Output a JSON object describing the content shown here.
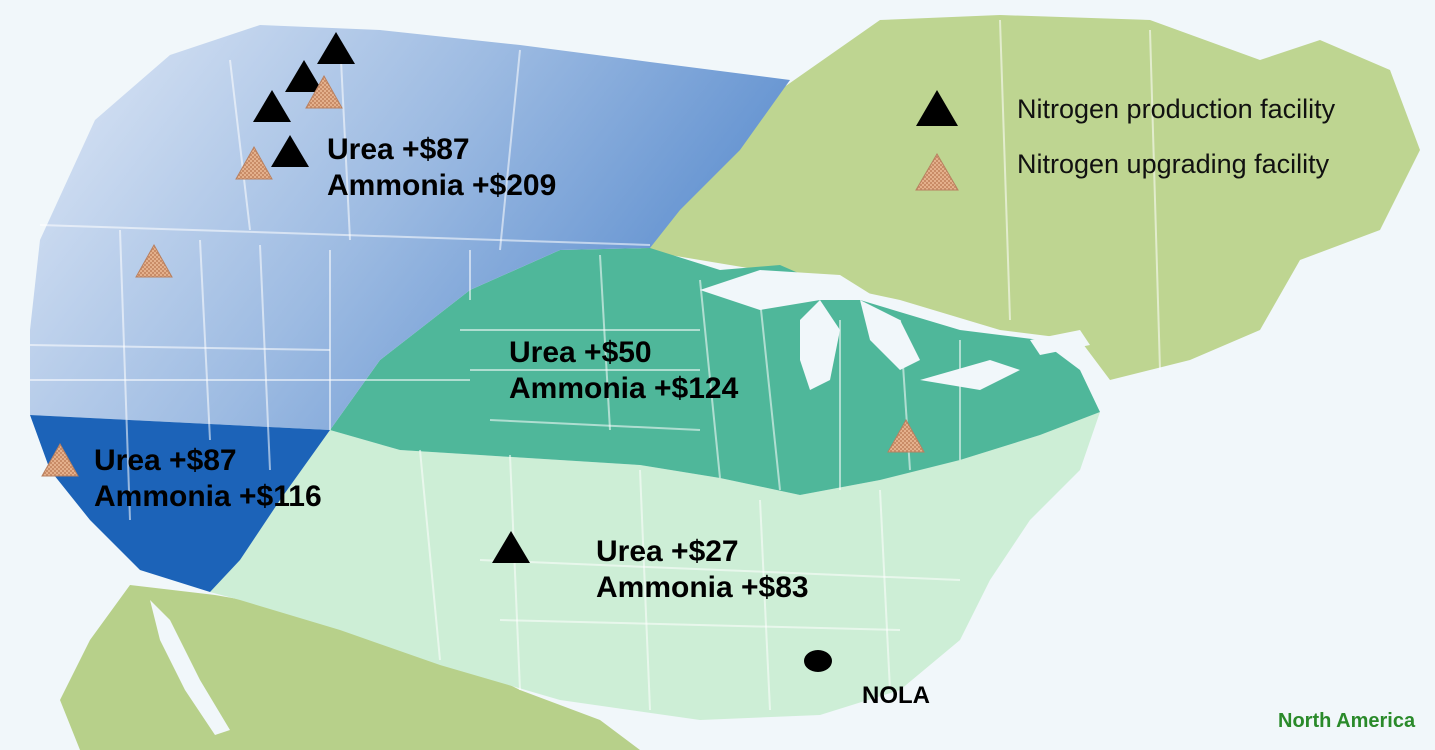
{
  "legend": {
    "production": "Nitrogen production facility",
    "upgrading": "Nitrogen upgrading facility"
  },
  "regions": {
    "north": {
      "urea": "Urea +$87",
      "ammonia": "Ammonia +$209"
    },
    "midwest": {
      "urea": "Urea +$50",
      "ammonia": "Ammonia +$124"
    },
    "west": {
      "urea": "Urea +$87",
      "ammonia": "Ammonia +$116"
    },
    "south": {
      "urea": "Urea +$27",
      "ammonia": "Ammonia +$83"
    }
  },
  "hub": {
    "label": "NOLA"
  },
  "footer": {
    "region": "North America"
  },
  "icons": {
    "production": "black-triangle-icon",
    "upgrading": "tan-triangle-icon",
    "hub": "black-dot-icon"
  },
  "colors": {
    "production": "#000000",
    "upgrading": "#d9a07a",
    "north_zone": "#6f9fd6",
    "west_zone": "#1c63b8",
    "midwest_zone": "#4fb79a",
    "south_zone": "#cdeed6",
    "outer_land": "#bed591",
    "water": "#f1f7fa",
    "footer_text": "#2a8a2a"
  }
}
